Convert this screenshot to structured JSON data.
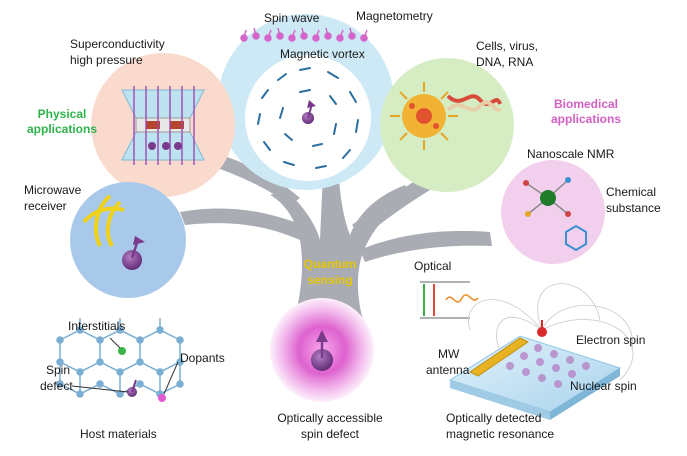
{
  "center": {
    "line1": "Quantum",
    "line2": "sensing"
  },
  "categories": {
    "physical": {
      "line1": "Physical",
      "line2": "applications",
      "color": "#2fb24a"
    },
    "biomedical": {
      "line1": "Biomedical",
      "line2": "applications",
      "color": "#d35fc4"
    }
  },
  "applications": {
    "spin_wave": "Spin wave",
    "magnetometry": "Magnetometry",
    "magnetic_vortex": "Magnetic vortex",
    "superconductivity": {
      "line1": "Superconductivity",
      "line2": "high pressure"
    },
    "cells": {
      "line1": "Cells, virus,",
      "line2": "DNA, RNA"
    },
    "nanoscale_nmr": "Nanoscale NMR",
    "chemical": {
      "line1": "Chemical",
      "line2": "substance"
    },
    "microwave": {
      "line1": "Microwave",
      "line2": "receiver"
    }
  },
  "materials": {
    "interstitials": "Interstitials",
    "dopants": "Dopants",
    "spin_defect": {
      "line1": "Spin",
      "line2": "defect"
    },
    "host": "Host materials"
  },
  "defect": {
    "line1": "Optically accessible",
    "line2": "spin defect"
  },
  "odmr": {
    "optical": "Optical",
    "mw_antenna": {
      "line1": "MW",
      "line2": "antenna"
    },
    "electron_spin": "Electron spin",
    "nuclear_spin": "Nuclear spin",
    "title": {
      "line1": "Optically detected",
      "line2": "magnetic resonance"
    }
  },
  "colors": {
    "tree": "#a9acb3",
    "spin_wave_bubble": "#cde9f6",
    "superconductivity_bubble": "#f9dacd",
    "bio_bubble": "#d6edc4",
    "nmr_bubble": "#f3cfee",
    "microwave_bubble": "#a9c9ea",
    "spin_purple": "#7a3a8c",
    "center_glow": "#d84fc8"
  },
  "icons": [
    "spin-arrow-icon",
    "virus-icon",
    "dna-icon",
    "molecule-icon",
    "lattice-icon",
    "antenna-icon"
  ]
}
